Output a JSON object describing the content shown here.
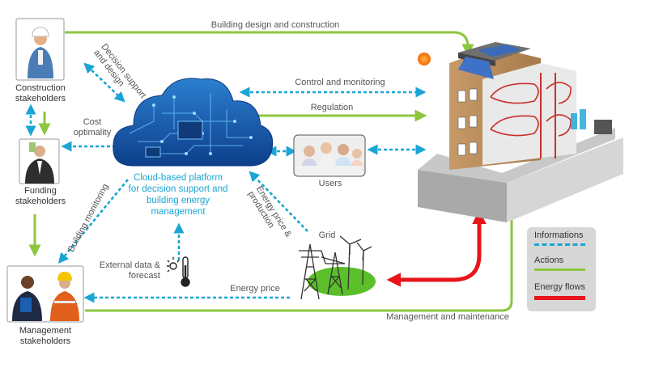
{
  "stakeholders": {
    "construction": "Construction\nstakeholders",
    "funding": "Funding\nstakeholders",
    "management": "Management\nstakeholders"
  },
  "platform": {
    "caption": "Cloud-based platform\nfor decision support and\nbuilding energy\nmanagement"
  },
  "flows": {
    "building_design": "Building design and construction",
    "decision_support": "Decision support\nand design",
    "cost_optimality": "Cost\noptimality",
    "control_monitoring": "Control and monitoring",
    "regulation": "Regulation",
    "users": "Users",
    "energy_price_production": "Energy price &\nproduction",
    "grid": "Grid",
    "building_monitoring": "Building monitoring",
    "external_data": "External data &\nforecast",
    "energy_price": "Energy price",
    "management_maintenance": "Management and maintenance"
  },
  "legend": {
    "informations": "Informations",
    "actions": "Actions",
    "energy_flows": "Energy flows"
  },
  "colors": {
    "info": "#1aa5d6",
    "action": "#8dc63f",
    "energy": "#e8141b"
  }
}
